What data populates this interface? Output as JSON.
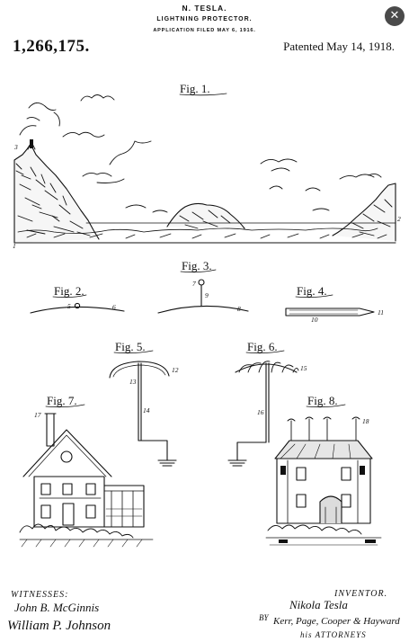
{
  "header": {
    "inventor": "N. TESLA.",
    "title": "LIGHTNING PROTECTOR.",
    "filed": "APPLICATION FILED MAY 6, 1916.",
    "patent_number": "1,266,175.",
    "patented": "Patented May 14, 1918."
  },
  "figures": {
    "fig1": "Fig. 1.",
    "fig2": "Fig. 2.",
    "fig3": "Fig. 3.",
    "fig4": "Fig. 4.",
    "fig5": "Fig. 5.",
    "fig6": "Fig. 6.",
    "fig7": "Fig. 7.",
    "fig8": "Fig. 8."
  },
  "refs": {
    "r1": "1",
    "r2": "2",
    "r3": "3",
    "r5": "5",
    "r6": "6",
    "r7": "7",
    "r8": "8",
    "r9": "9",
    "r10": "10",
    "r11": "11",
    "r12": "12",
    "r13": "13",
    "r14": "14",
    "r15": "15",
    "r16": "16",
    "r17": "17",
    "r18": "18"
  },
  "footer": {
    "witnesses_label": "WITNESSES:",
    "witness_1": "John B. McGinnis",
    "witness_2": "William P. Johnson",
    "inventor_label": "INVENTOR.",
    "inventor_signature": "Nikola Tesla",
    "by_label": "BY",
    "attorneys_signature": "Kerr, Page, Cooper & Hayward",
    "attorneys_label": "his ATTORNEYS"
  },
  "close_icon": "close-icon"
}
